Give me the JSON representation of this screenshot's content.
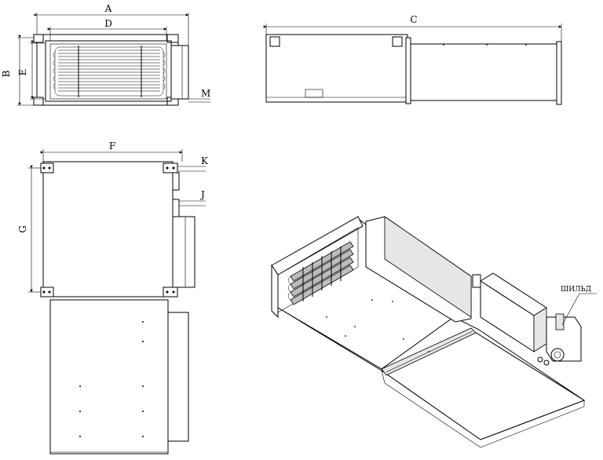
{
  "labels": {
    "A": "A",
    "B": "B",
    "C": "C",
    "D": "D",
    "E": "E",
    "F": "F",
    "G": "G",
    "J": "J",
    "K": "K",
    "M": "M",
    "nameplate": "ШИЛЬД"
  }
}
